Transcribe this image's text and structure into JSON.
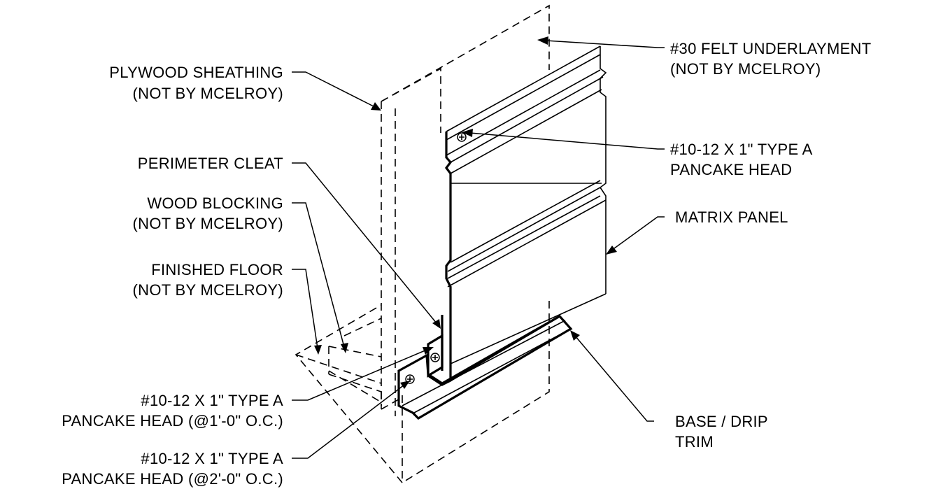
{
  "labels": {
    "felt_1": "#30 FELT UNDERLAYMENT",
    "felt_2": "(NOT BY MCELROY)",
    "plywood_1": "PLYWOOD SHEATHING",
    "plywood_2": "(NOT BY MCELROY)",
    "screw_top_1": "#10-12 X 1\" TYPE A",
    "screw_top_2": "PANCAKE HEAD",
    "cleat": "PERIMETER CLEAT",
    "blocking_1": "WOOD BLOCKING",
    "blocking_2": "(NOT BY MCELROY)",
    "panel": "MATRIX PANEL",
    "floor_1": "FINISHED FLOOR",
    "floor_2": "(NOT BY MCELROY)",
    "screw_1oc_1": "#10-12 X 1\" TYPE A",
    "screw_1oc_2": "PANCAKE HEAD (@1'-0\" O.C.)",
    "trim_1": "BASE / DRIP",
    "trim_2": "TRIM",
    "screw_2oc_1": "#10-12 X 1\" TYPE A",
    "screw_2oc_2": "PANCAKE HEAD (@2'-0\" O.C.)"
  }
}
